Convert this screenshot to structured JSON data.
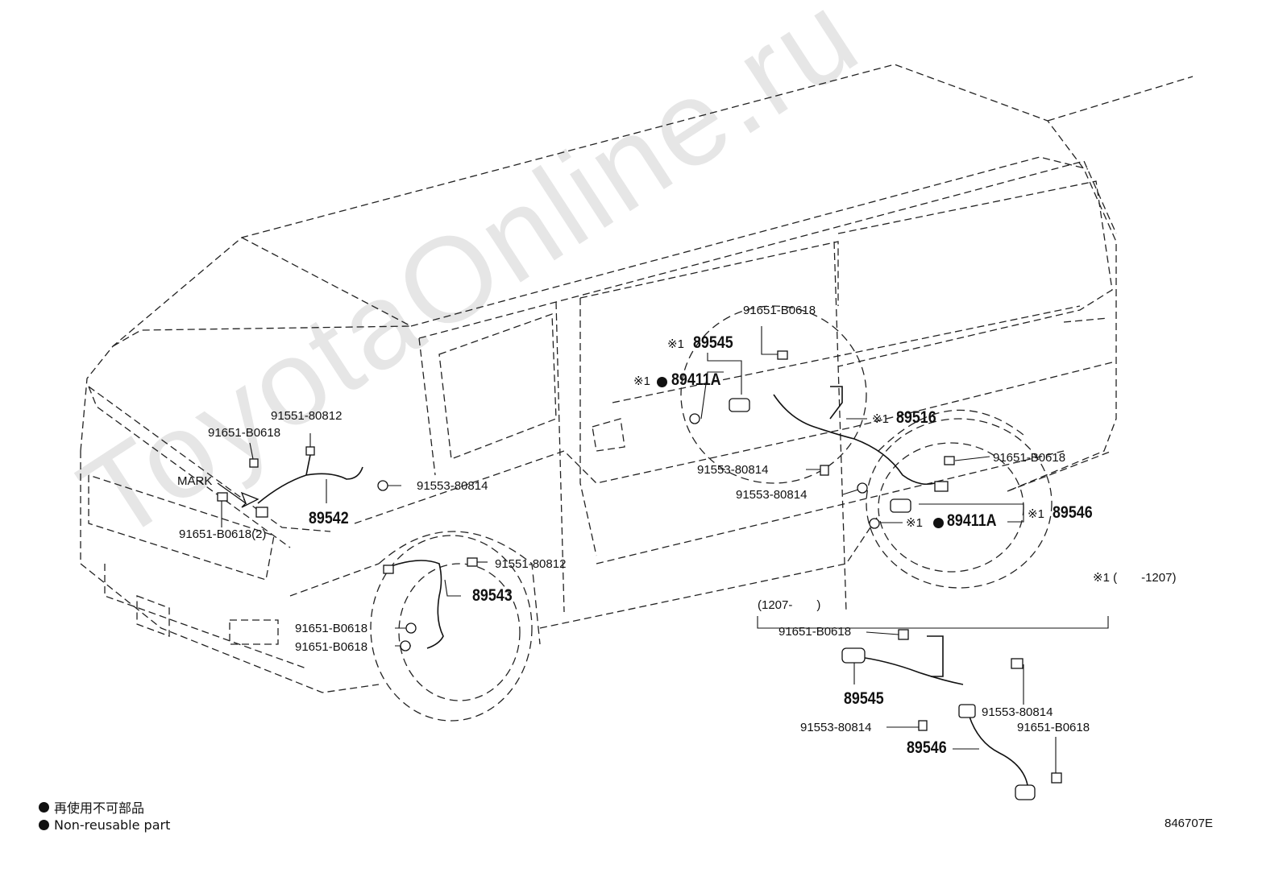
{
  "watermark": "ToyotaOnline.ru",
  "labels": {
    "p91651_top_right": "91651-B0618",
    "x1_a": "※1",
    "p89545_top": "89545",
    "x1_b": "※1",
    "p89411A_top": "89411A",
    "x1_c": "※1",
    "p89516": "89516",
    "p91553_a": "91553-80814",
    "p91553_b": "91553-80814",
    "p91651_right_mid": "91651-B0618",
    "x1_d": "※1",
    "p89411A_bottom": "89411A",
    "x1_e": "※1",
    "p89546_top": "89546",
    "p91551_left": "91551-80812",
    "p91651_left": "91651-B0618",
    "mark": "MARK",
    "p91553_front": "91553-80814",
    "p89542": "89542",
    "p91651_2": "91651-B0618(2)",
    "p91551_mid": "91551-80812",
    "p89543": "89543",
    "p91651_mid1": "91651-B0618",
    "p91651_mid2": "91651-B0618",
    "footnote_range": "※1 (　　-1207)",
    "inset_range": "(1207-　　)",
    "inset_91651_top": "91651-B0618",
    "inset_89545": "89545",
    "inset_91553_left": "91553-80814",
    "inset_89546": "89546",
    "inset_91553_right": "91553-80814",
    "inset_91651_right": "91651-B0618",
    "diagram_code": "846707E"
  },
  "legend": {
    "jp": "再使用不可部品",
    "en": "Non-reusable part"
  }
}
